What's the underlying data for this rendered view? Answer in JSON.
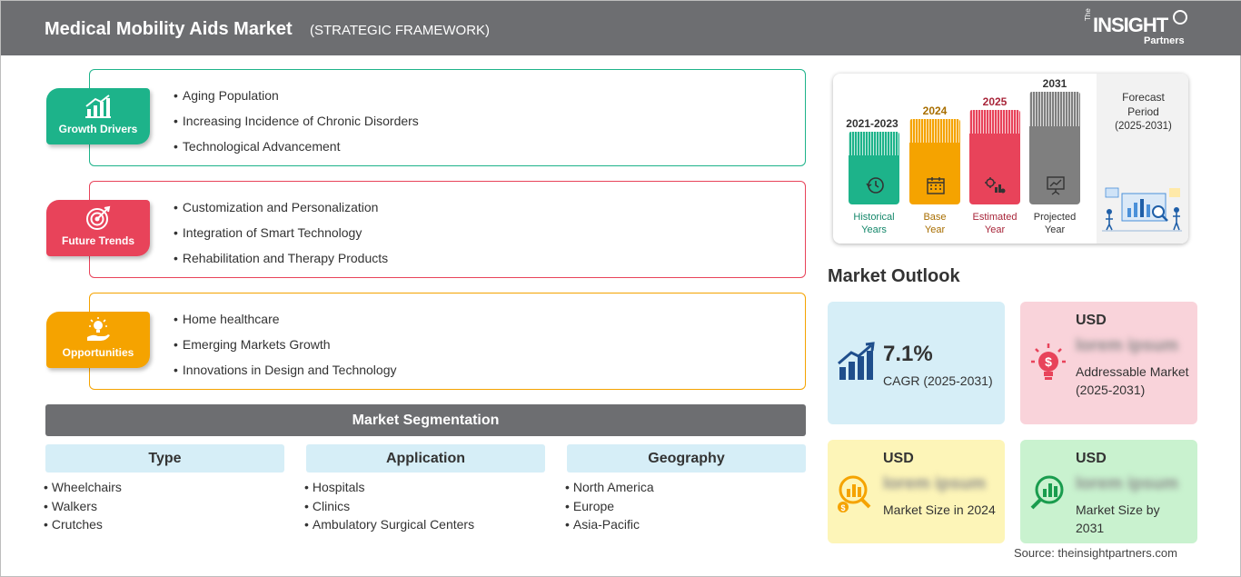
{
  "header": {
    "title": "Medical Mobility Aids Market",
    "subtitle": "(STRATEGIC FRAMEWORK)",
    "logo": {
      "the": "The",
      "insight": "INSIGHT",
      "partners": "Partners"
    }
  },
  "strategy": [
    {
      "label": "Growth Drivers",
      "color": "#1db38a",
      "icon": "growth-chart-icon",
      "items": [
        "Aging Population",
        "Increasing Incidence of Chronic Disorders",
        "Technological Advancement"
      ]
    },
    {
      "label": "Future Trends",
      "color": "#e8435a",
      "icon": "target-icon",
      "items": [
        "Customization and Personalization",
        "Integration of Smart Technology",
        "Rehabilitation and Therapy Products"
      ]
    },
    {
      "label": "Opportunities",
      "color": "#f5a300",
      "icon": "lightbulb-hand-icon",
      "items": [
        "Home healthcare",
        "Emerging Markets Growth",
        "Innovations in Design and Technology"
      ]
    }
  ],
  "segmentation": {
    "title": "Market Segmentation",
    "columns": [
      {
        "header": "Type",
        "items": [
          "Wheelchairs",
          "Walkers",
          "Crutches"
        ]
      },
      {
        "header": "Application",
        "items": [
          "Hospitals",
          "Clinics",
          "Ambulatory Surgical Centers"
        ]
      },
      {
        "header": "Geography",
        "items": [
          "North America",
          "Europe",
          "Asia-Pacific"
        ]
      }
    ]
  },
  "timeline": {
    "bars": [
      {
        "year": "2021-2023",
        "label_line1": "Historical",
        "label_line2": "Years",
        "color": "#1db38a",
        "text_color": "#14876a",
        "icon": "history-clock-icon"
      },
      {
        "year": "2024",
        "label_line1": "Base",
        "label_line2": "Year",
        "color": "#f5a300",
        "text_color": "#a86e00",
        "icon": "calendar-icon"
      },
      {
        "year": "2025",
        "label_line1": "Estimated",
        "label_line2": "Year",
        "color": "#e8435a",
        "text_color": "#a8263a",
        "icon": "gear-chart-icon"
      },
      {
        "year": "2031",
        "label_line1": "Projected",
        "label_line2": "Year",
        "color": "#7f7f7f",
        "text_color": "#333333",
        "icon": "presentation-chart-icon"
      }
    ],
    "forecast": {
      "line1": "Forecast",
      "line2": "Period",
      "range": "(2025-2031)"
    }
  },
  "outlook": {
    "title": "Market Outlook",
    "cagr": {
      "value": "7.1%",
      "label": "CAGR (2025-2031)",
      "bg": "#d6eef7"
    },
    "addressable": {
      "currency": "USD",
      "value": "lorem ipsum",
      "label": "Addressable Market (2025-2031)",
      "bg": "#f9d3da"
    },
    "size_2024": {
      "currency": "USD",
      "value": "lorem ipsum",
      "label": "Market Size in 2024",
      "bg": "#fdf5b8"
    },
    "size_2031": {
      "currency": "USD",
      "value": "lorem ipsum",
      "label": "Market Size by 2031",
      "bg": "#c9f2cf"
    }
  },
  "source": "Source: theinsightpartners.com"
}
